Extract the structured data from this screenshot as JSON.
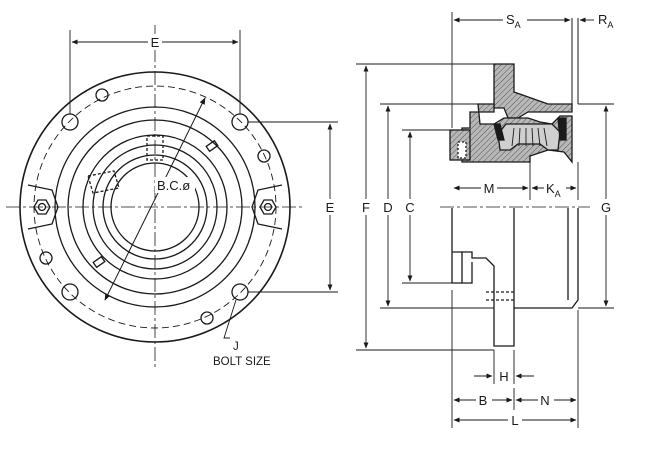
{
  "figure": {
    "front_view": {
      "dim_E_top": "E",
      "dim_E_side": "E",
      "bolt_circle_label": "B.C.ø",
      "bolt_label_letter": "J",
      "bolt_label_text": "BOLT SIZE"
    },
    "section_view": {
      "S": {
        "letter": "S",
        "sub": "A"
      },
      "R": {
        "letter": "R",
        "sub": "A"
      },
      "F": "F",
      "D": "D",
      "C": "C",
      "G": "G",
      "M": "M",
      "K": {
        "letter": "K",
        "sub": "A"
      },
      "H": "H",
      "B": "B",
      "N": "N",
      "L": "L"
    }
  },
  "colors": {
    "ink": "#1a1a1a",
    "section_fill": "#9a9a9a",
    "bearing_fill": "#cfcfcf"
  }
}
